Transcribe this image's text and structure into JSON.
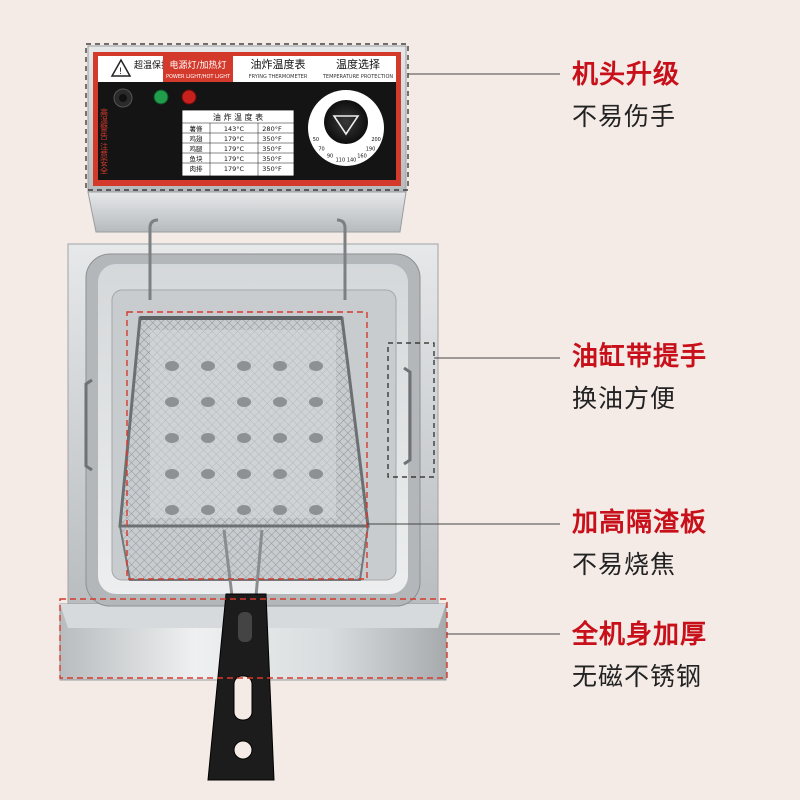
{
  "panel": {
    "overheat_protection": "超温保护",
    "lights_label": "电源灯/加热灯",
    "lights_label_en": "POWER LIGHT/HOT LIGHT",
    "thermometer_title": "油炸温度表",
    "thermometer_title_en": "FRYING THERMOMETER",
    "temp_select": "温度选择",
    "temp_select_en": "TEMPERATURE PROTECTION",
    "side_warning": "高温警告 注意安全",
    "table_header": "油 炸 温 度 表",
    "table_rows": [
      {
        "item": "薯條",
        "c": "143°C",
        "f": "280°F"
      },
      {
        "item": "鸡翅",
        "c": "179°C",
        "f": "350°F"
      },
      {
        "item": "鸡腿",
        "c": "179°C",
        "f": "350°F"
      },
      {
        "item": "鱼块",
        "c": "179°C",
        "f": "350°F"
      },
      {
        "item": "肉排",
        "c": "179°C",
        "f": "350°F"
      }
    ],
    "dial_ticks": [
      "50",
      "70",
      "90",
      "110",
      "140",
      "160",
      "190",
      "200"
    ]
  },
  "callouts": [
    {
      "title": "机头升级",
      "subtitle": "不易伤手"
    },
    {
      "title": "油缸带提手",
      "subtitle": "换油方便"
    },
    {
      "title": "加高隔渣板",
      "subtitle": "不易烧焦"
    },
    {
      "title": "全机身加厚",
      "subtitle": "无磁不锈钢"
    }
  ],
  "colors": {
    "background": "#f4ebe7",
    "accent_red": "#c8101a",
    "panel_red": "#d33a2c",
    "steel": "#c9ccce"
  }
}
